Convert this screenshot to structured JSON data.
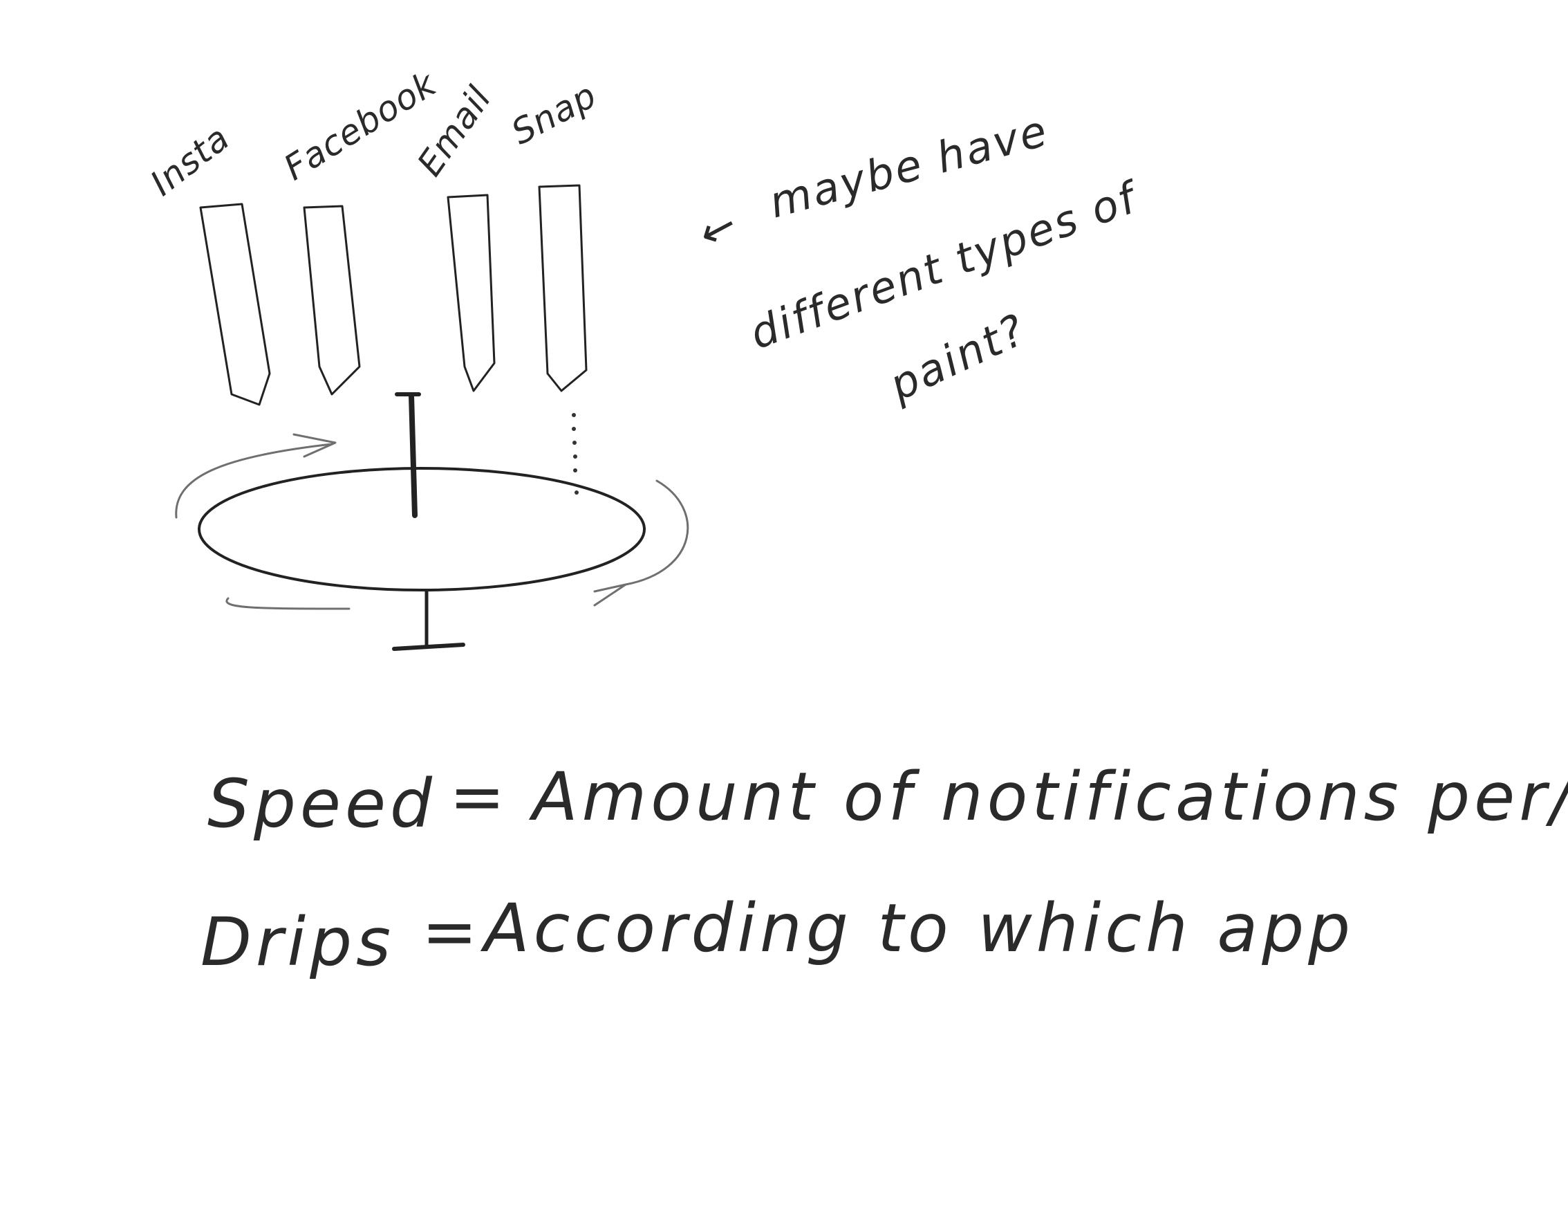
{
  "pencils": [
    {
      "label": "Insta",
      "color": "#c0706a"
    },
    {
      "label": "Facebook",
      "color": "#8ea2b6"
    },
    {
      "label": "Email",
      "color": "#5a5a5a"
    },
    {
      "label": "Snap",
      "color": "#e8a448"
    }
  ],
  "annotation": {
    "arrow": "←",
    "line1": "maybe have",
    "line2": "different types of",
    "line3": "paint?"
  },
  "legend": {
    "speed_term": "Speed",
    "speed_eq": "=",
    "speed_def": "Amount of notifications per/hr",
    "drips_term": "Drips",
    "drips_eq": "=",
    "drips_def": "According to which app"
  }
}
